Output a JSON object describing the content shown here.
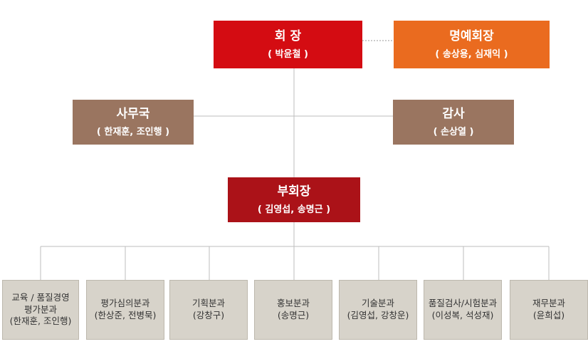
{
  "colors": {
    "chairman": "#d40c12",
    "honorary": "#ea6b1f",
    "office": "#9a7560",
    "audit": "#9a7560",
    "vice": "#ab1218",
    "dept_bg": "#d7d3ca",
    "line": "#bdbdbd"
  },
  "chairman": {
    "title": "회 장",
    "sub": "( 박윤철 )"
  },
  "honorary": {
    "title": "명예회장",
    "sub": "( 송상용, 심재익 )"
  },
  "office": {
    "title": "사무국",
    "sub": "( 한재훈, 조인행 )"
  },
  "audit": {
    "title": "감사",
    "sub": "( 손상열 )"
  },
  "vice": {
    "title": "부회장",
    "sub": "( 김영섭, 송명근 )"
  },
  "departments": [
    {
      "lines": [
        "교육 / 품질경영",
        "평가분과",
        "(한재훈, 조인행)"
      ]
    },
    {
      "lines": [
        "평가심의분과",
        "(한상준, 전병묵)"
      ]
    },
    {
      "lines": [
        "기획분과",
        "(강창구)"
      ]
    },
    {
      "lines": [
        "홍보분과",
        "(송명근)"
      ]
    },
    {
      "lines": [
        "기술분과",
        "(김영섭, 강창운)"
      ]
    },
    {
      "lines": [
        "품질검사/시험분과",
        "(이성복, 석성재)"
      ]
    },
    {
      "lines": [
        "재무분과",
        "(윤희섭)"
      ]
    }
  ]
}
